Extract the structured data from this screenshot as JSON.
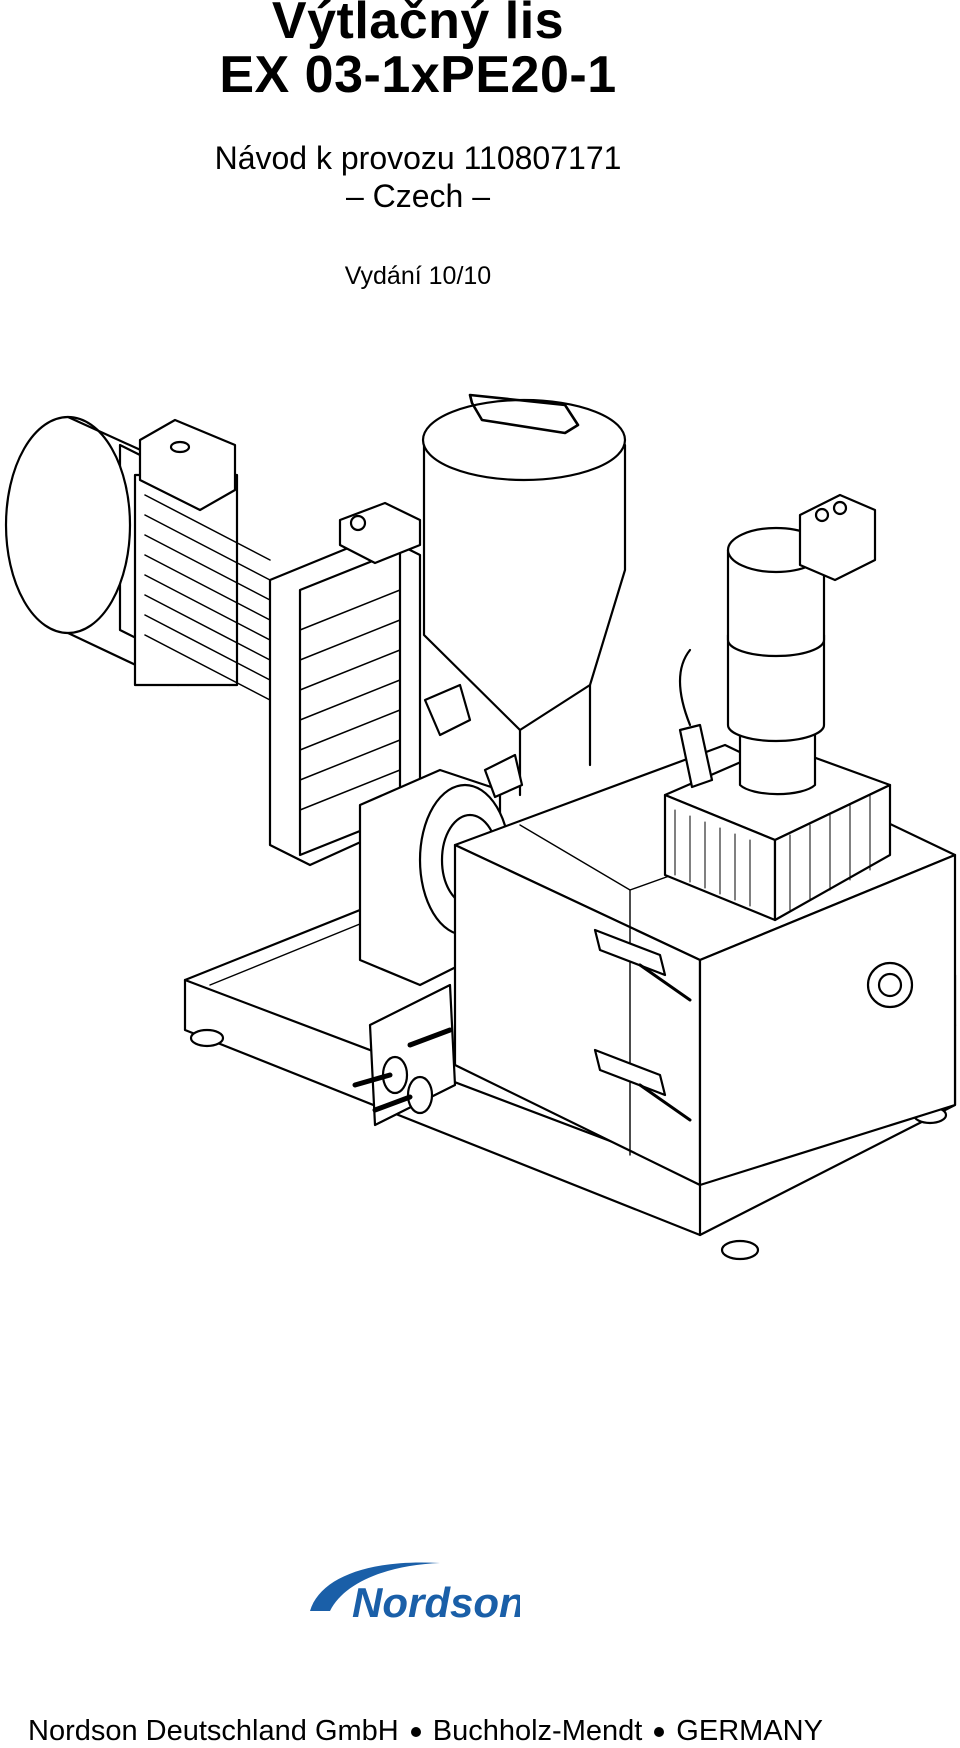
{
  "document": {
    "title_line1": "Výtlačný lis",
    "title_line2": "EX 03-1xPE20-1",
    "manual_label": "Návod k provozu  110807171",
    "language": "– Czech –",
    "edition": "Vydání 10/10"
  },
  "logo": {
    "text": "Nordson",
    "color": "#1a5fa8"
  },
  "footer": {
    "company": "Nordson Deutschland GmbH",
    "city": "Buchholz-Mendt",
    "country": "GERMANY"
  },
  "illustration": {
    "icon": "extrusion-press-line-drawing-icon"
  }
}
